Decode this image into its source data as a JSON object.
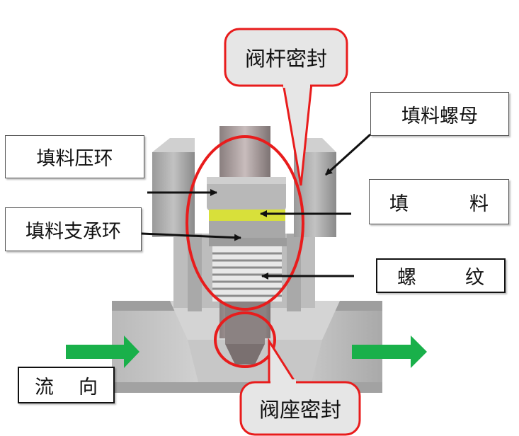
{
  "labels": {
    "valve_stem_seal": "阀杆密封",
    "packing_nut": "填料螺母",
    "packing_gland": "填料压环",
    "packing_left": "填",
    "packing_right": "料",
    "packing_support_ring": "填料支承环",
    "thread_left": "螺",
    "thread_right": "纹",
    "flow_left": "流",
    "flow_right": "向",
    "valve_seat_seal": "阀座密封"
  },
  "colors": {
    "seal_highlight": "#e81c1c",
    "flow_arrow": "#19b04a",
    "packing_band": "#d8e03a",
    "body_metal": "#c9c9c9",
    "callout_fill": "#e6e6e6"
  }
}
